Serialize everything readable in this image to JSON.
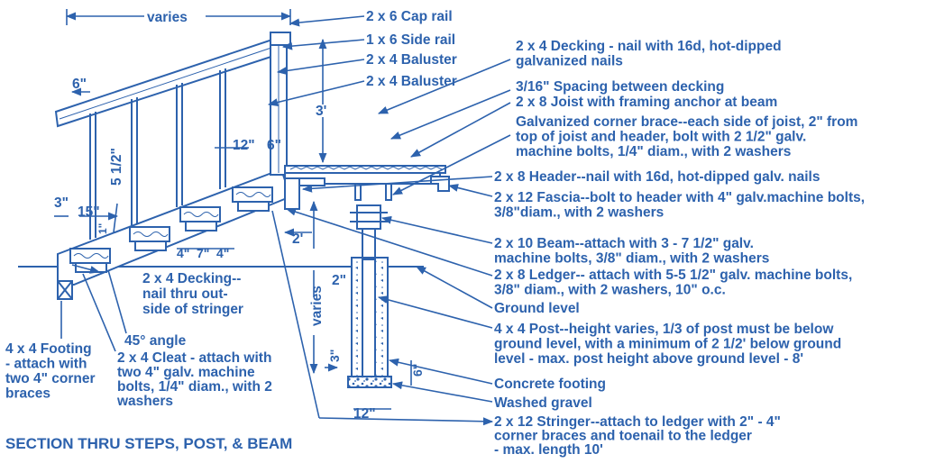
{
  "colors": {
    "ink": "#2d62ad",
    "background": "#ffffff"
  },
  "title": "SECTION THRU STEPS, POST, & BEAM",
  "callouts": {
    "cap_rail": [
      "2 x 6 Cap rail"
    ],
    "side_rail": [
      "1 x 6 Side rail"
    ],
    "baluster_1": [
      "2 x 4 Baluster"
    ],
    "baluster_2": [
      "2 x 4 Baluster"
    ],
    "decking": [
      "2 x 4 Decking - nail  with 16d, hot-dipped",
      "galvanized nails"
    ],
    "spacing": [
      "3/16\" Spacing between decking"
    ],
    "joist": [
      "2 x 8 Joist with framing anchor at beam"
    ],
    "corner_brace": [
      "Galvanized corner brace--each side of joist, 2\" from",
      "top of joist and header, bolt with 2 1/2\" galv.",
      "machine bolts, 1/4\" diam., with 2 washers"
    ],
    "header": [
      "2 x 8 Header--nail with 16d, hot-dipped galv. nails"
    ],
    "fascia": [
      "2 x 12 Fascia--bolt to header with 4\" galv.machine bolts,",
      "3/8\"diam., with 2 washers"
    ],
    "beam": [
      "2 x 10 Beam--attach with 3 - 7 1/2\" galv.",
      "machine bolts, 3/8\" diam., with 2 washers"
    ],
    "ledger": [
      "2 x 8 Ledger-- attach with 5-5 1/2\" galv. machine bolts,",
      "3/8\" diam., with 2 washers, 10\" o.c."
    ],
    "ground_level": [
      "Ground level"
    ],
    "post": [
      "4 x 4 Post--height varies, 1/3 of post must be below",
      "ground level, with a minimum of 2 1/2' below ground",
      "level - max. post height above ground level - 8'"
    ],
    "concrete_footing": [
      "Concrete footing"
    ],
    "washed_gravel": [
      "Washed gravel"
    ],
    "stringer": [
      "2 x 12 Stringer--attach to ledger with 2\" - 4\"",
      "corner braces and toenail to the ledger",
      "- max. length 10'"
    ],
    "step_decking": [
      "2 x 4 Decking--",
      "nail thru out-",
      "side of stringer"
    ],
    "angle": [
      "45° angle"
    ],
    "cleat": [
      "2 x 4 Cleat - attach with",
      "two 4\" galv. machine",
      "bolts, 1/4\" diam., with 2",
      "washers"
    ],
    "footing_4x4": [
      "4 x 4 Footing",
      "- attach with",
      "two 4\" corner",
      "braces"
    ]
  },
  "dimensions": {
    "varies_top": "varies",
    "six_in": "6\"",
    "three_ft": "3'",
    "twelve_in": "12\"",
    "six_in_b": "6\"",
    "five_half": "5 1/2\"",
    "three_in": "3\"",
    "fifteen_in": "15\"",
    "one_in": "1\"",
    "four_a": "4\"",
    "seven": "7\"",
    "four_b": "4\"",
    "two_ft": "2'",
    "two_in": "2\"",
    "varies_post": "varies",
    "three_in_b": "3\"",
    "six_in_c": "6\"",
    "twelve_in_b": "12\""
  }
}
